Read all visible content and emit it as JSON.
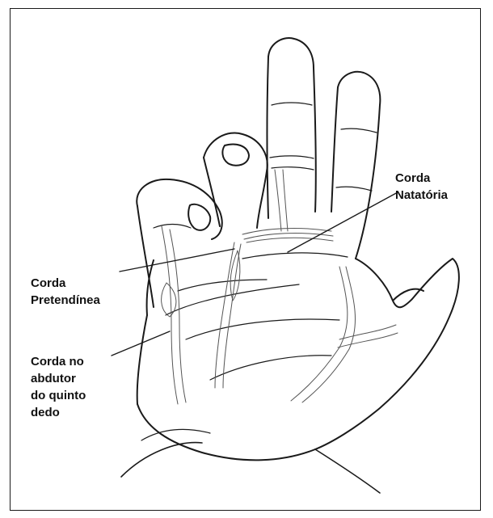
{
  "labels": {
    "natatoria": [
      "Corda",
      "Natatória"
    ],
    "pretendinea": [
      "Corda",
      "Pretendínea"
    ],
    "abdutor": [
      "Corda no",
      "abdutor",
      "do quinto",
      "dedo"
    ]
  },
  "colors": {
    "ink": "#1a1a1a",
    "cord_shading": "#555555",
    "background": "#ffffff"
  }
}
